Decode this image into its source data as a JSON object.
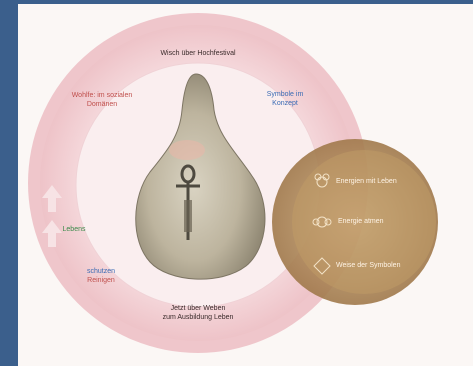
{
  "labels": {
    "top": "Wisch über Hochfestival",
    "upper_left_line1": "Wohlfe: im sozialen",
    "upper_left_line2": "Domänen",
    "upper_right_line1": "Symbole im",
    "upper_right_line2": "Konzept",
    "left_mid": "Lebens",
    "lower_left_line1": "schutzen",
    "lower_left_line2": "Reinigen",
    "bottom_line1": "Jetzt über Weben",
    "bottom_line2": "zum Ausbildung Leben",
    "venn_1": "Energien mit Leben",
    "venn_2": "Energie atmen",
    "venn_3": "Weise der Symbolen"
  },
  "colors": {
    "background_frame": "#3b5f8c",
    "outer_ring": "#f0c9cc",
    "inner_disc": "#f8e6e7",
    "bulb": "#c9c1ad",
    "overlap_circle": "#a07b4f"
  },
  "icons": {
    "center": "ankh-icon",
    "left_arrows": "up-arrow-icon",
    "venn_items": "flower-icon"
  }
}
